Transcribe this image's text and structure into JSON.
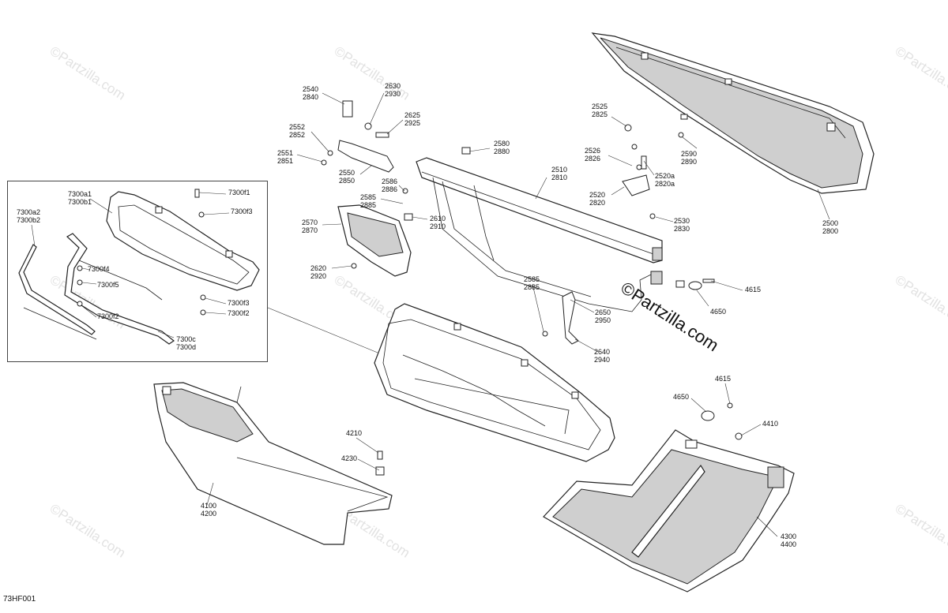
{
  "watermark": {
    "text": "©Partzilla.com",
    "overlay_text": "©Partzilla.com"
  },
  "diagram_ref": "73HF001",
  "callouts": {
    "c2540": [
      "2540",
      "2840"
    ],
    "c2630": [
      "2630",
      "2930"
    ],
    "c2625": [
      "2625",
      "2925"
    ],
    "c2552": [
      "2552",
      "2852"
    ],
    "c2551": [
      "2551",
      "2851"
    ],
    "c2550": [
      "2550",
      "2850"
    ],
    "c2586": [
      "2586",
      "2886"
    ],
    "c2585a": [
      "2585",
      "2885"
    ],
    "c2580": [
      "2580",
      "2880"
    ],
    "c2510": [
      "2510",
      "2810"
    ],
    "c2610": [
      "2610",
      "2910"
    ],
    "c2570": [
      "2570",
      "2870"
    ],
    "c2620": [
      "2620",
      "2920"
    ],
    "c2585b": [
      "2585",
      "2885"
    ],
    "c2650": [
      "2650",
      "2950"
    ],
    "c2640": [
      "2640",
      "2940"
    ],
    "c2525": [
      "2525",
      "2825"
    ],
    "c2526": [
      "2526",
      "2826"
    ],
    "c2520a": [
      "2520a",
      "2820a"
    ],
    "c2520": [
      "2520",
      "2820"
    ],
    "c2530": [
      "2530",
      "2830"
    ],
    "c2590": [
      "2590",
      "2890"
    ],
    "c2500": [
      "2500",
      "2800"
    ],
    "c4615a": [
      "4615"
    ],
    "c4650a": [
      "4650"
    ],
    "c4615b": [
      "4615"
    ],
    "c4650b": [
      "4650"
    ],
    "c4410": [
      "4410"
    ],
    "c4300": [
      "4300",
      "4400"
    ],
    "c4210": [
      "4210"
    ],
    "c4230": [
      "4230"
    ],
    "c4100": [
      "4100",
      "4200"
    ],
    "c7300a1": [
      "7300a1",
      "7300b1"
    ],
    "c7300a2": [
      "7300a2",
      "7300b2"
    ],
    "c7300f1": [
      "7300f1"
    ],
    "c7300f3a": [
      "7300f3"
    ],
    "c7300f4": [
      "7300f4"
    ],
    "c7300f5": [
      "7300f5"
    ],
    "c7300f3b": [
      "7300f3"
    ],
    "c7300f2a": [
      "7300f2"
    ],
    "c7300f2b": [
      "7300f2"
    ],
    "c7300c": [
      "7300c",
      "7300d"
    ]
  }
}
